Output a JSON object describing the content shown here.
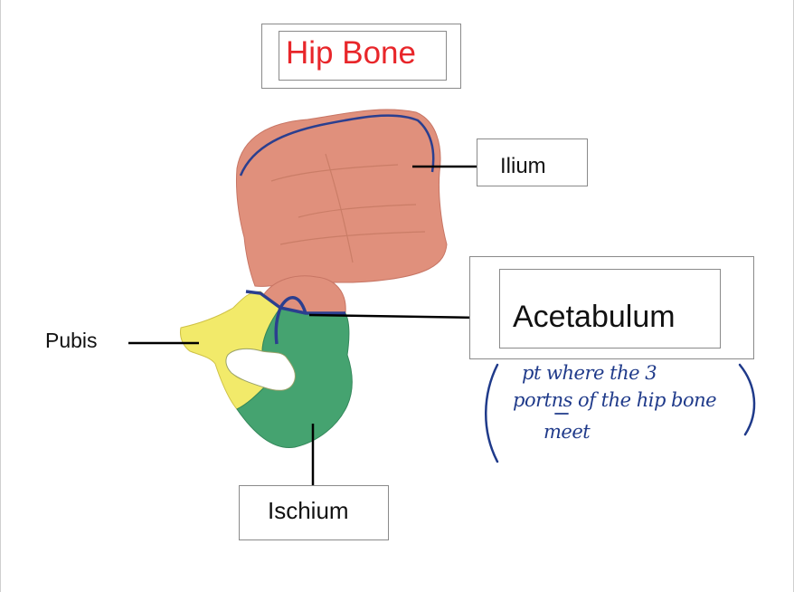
{
  "title": "Hip Bone",
  "labels": {
    "ilium": "Ilium",
    "acetabulum": "Acetabulum",
    "pubis": "Pubis",
    "ischium": "Ischium"
  },
  "handwritten_note": {
    "line1": "pt where the 3",
    "line2": "portns of the hip bone",
    "line3": "meet"
  },
  "colors": {
    "title": "#e8262a",
    "ilium": "#e0907c",
    "pubis": "#f2ea6a",
    "ischium": "#45a370",
    "outline": "#2b3f8f",
    "note_ink": "#1f3a8a"
  }
}
